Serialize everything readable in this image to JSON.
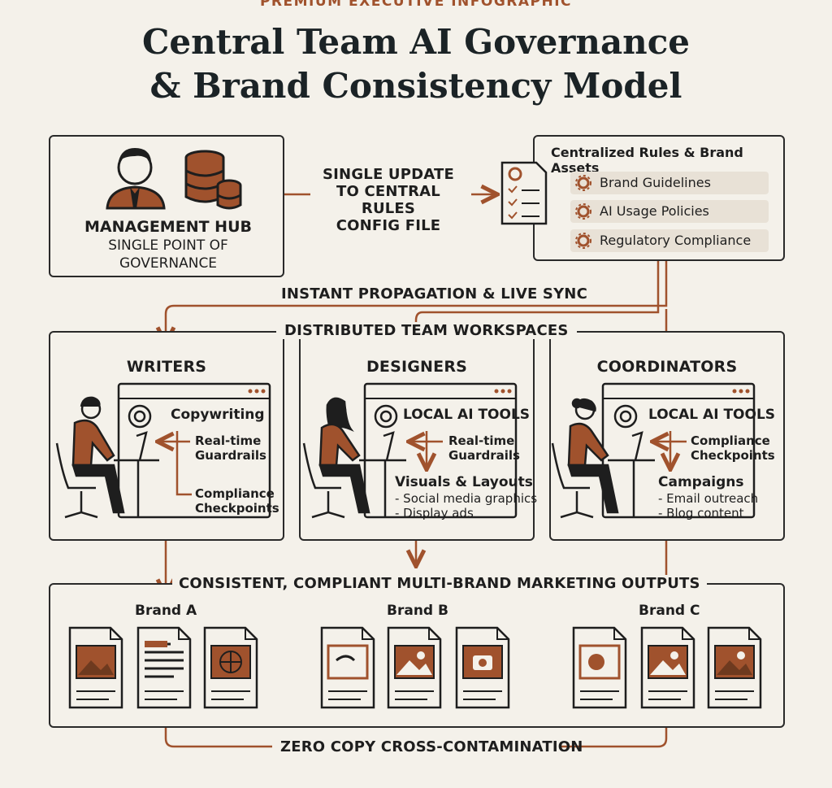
{
  "header": {
    "kicker": "PREMIUM EXECUTIVE INFOGRAPHIC",
    "title_line1": "Central Team AI Governance",
    "title_line2": "& Brand Consistency Model"
  },
  "management_hub": {
    "line1": "MANAGEMENT HUB",
    "line2": "SINGLE POINT OF",
    "line3": "GOVERNANCE"
  },
  "update_flow": {
    "line1": "SINGLE UPDATE",
    "line2": "TO CENTRAL RULES",
    "line3": "CONFIG FILE"
  },
  "central_rules": {
    "title": "Centralized Rules & Brand Assets",
    "items": [
      "Brand Guidelines",
      "AI Usage Policies",
      "Regulatory Compliance"
    ]
  },
  "propagation_label": "INSTANT PROPAGATION & LIVE SYNC",
  "workspaces_label": "DISTRIBUTED TEAM WORKSPACES",
  "teams": [
    {
      "name": "WRITERS",
      "tool_title": "Copywriting",
      "guard1": "Real-time",
      "guard2": "Guardrails",
      "check1": "Compliance",
      "check2": "Checkpoints"
    },
    {
      "name": "DESIGNERS",
      "tool_title": "LOCAL AI TOOLS",
      "guard1": "Real-time",
      "guard2": "Guardrails",
      "section": "Visuals & Layouts",
      "bullet1": "- Social media graphics",
      "bullet2": "- Display ads"
    },
    {
      "name": "COORDINATORS",
      "tool_title": "LOCAL AI TOOLS",
      "guard1": "Compliance",
      "guard2": "Checkpoints",
      "section": "Campaigns",
      "bullet1": "- Email outreach",
      "bullet2": "- Blog content"
    }
  ],
  "outputs_label": "CONSISTENT, COMPLIANT MULTI-BRAND MARKETING OUTPUTS",
  "brands": [
    "Brand A",
    "Brand B",
    "Brand C"
  ],
  "footer_label": "ZERO COPY CROSS-CONTAMINATION",
  "colors": {
    "accent": "#a0522d",
    "ink": "#1e1e1e",
    "background": "#f4f1ea"
  }
}
